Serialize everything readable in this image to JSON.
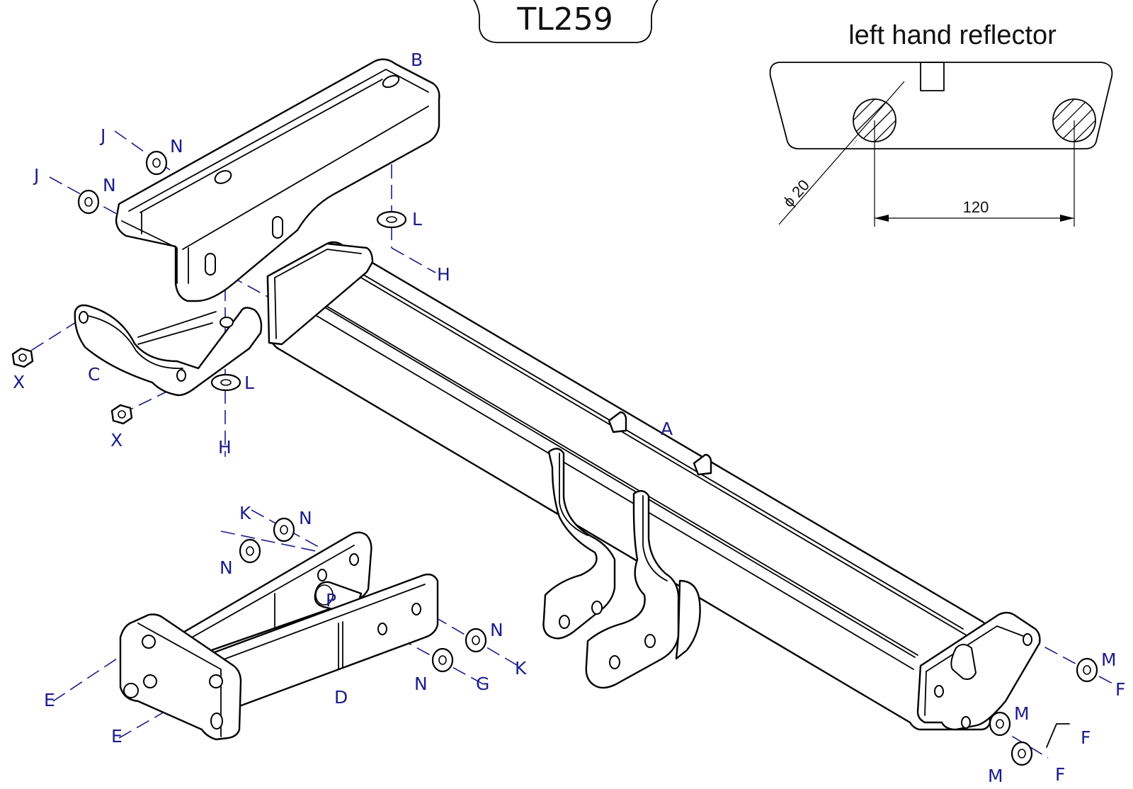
{
  "title": "TL259",
  "reflector": {
    "title": "left hand reflector",
    "diameter_label": "ϕ 20",
    "spacing_label": "120"
  },
  "labels": {
    "A": "A",
    "B": "B",
    "C": "C",
    "D": "D",
    "E1": "E",
    "E2": "E",
    "F1": "F",
    "F2": "F",
    "F3": "F",
    "G": "G",
    "H1": "H",
    "H2": "H",
    "J1": "J",
    "J2": "J",
    "K1": "K",
    "K2": "K",
    "L1": "L",
    "L2": "L",
    "M1": "M",
    "M2": "M",
    "M3": "M",
    "N1": "N",
    "N2": "N",
    "N3": "N",
    "N4": "N",
    "N5": "N",
    "N6": "N",
    "P": "P",
    "X1": "X",
    "X2": "X"
  }
}
